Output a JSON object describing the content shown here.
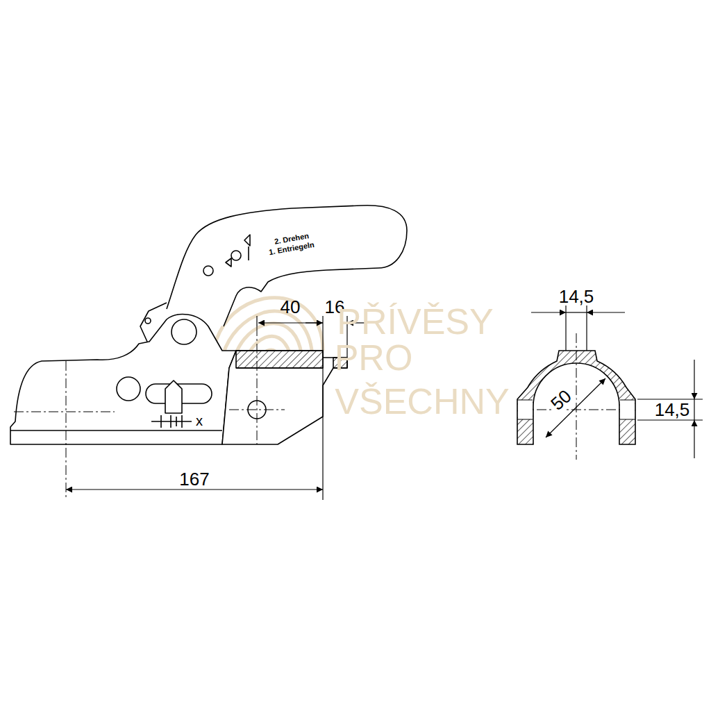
{
  "diagram": {
    "labels": [
      "2. Drehen",
      "1. Entriegeln",
      "x",
      "40",
      "16",
      "167",
      "14,5",
      "50",
      "14,5",
      "PŘÍVĚSY",
      "PRO",
      "VŠECHNY"
    ]
  }
}
